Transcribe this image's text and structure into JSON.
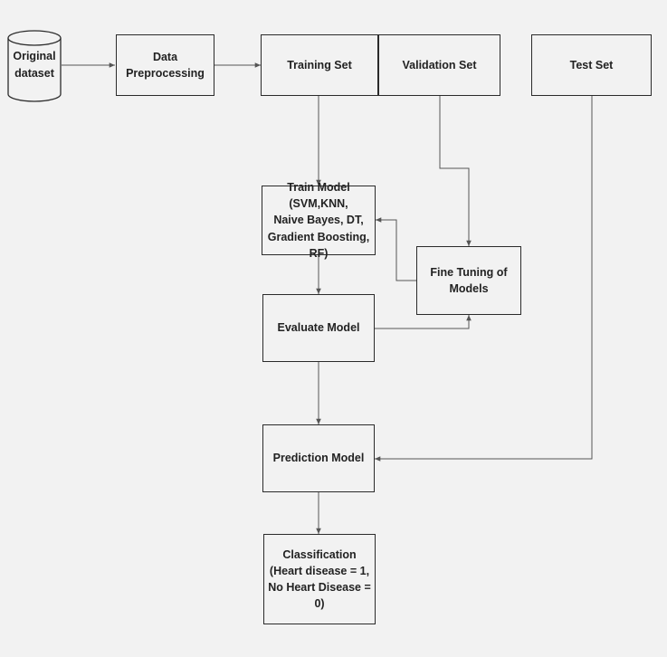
{
  "diagram": {
    "nodes": {
      "original": "Original\ndataset",
      "preprocess": "Data Preprocessing",
      "training": "Training Set",
      "validation": "Validation Set",
      "test": "Test Set",
      "train_model": "Train Model (SVM,KNN,\nNaive Bayes, DT,\nGradient Boosting, RF)",
      "fine_tuning": "Fine Tuning of Models",
      "evaluate": "Evaluate Model",
      "prediction": "Prediction Model",
      "classification": "Classification\n(Heart disease = 1,\nNo Heart Disease = 0)"
    },
    "edges": [
      {
        "from": "original",
        "to": "preprocess"
      },
      {
        "from": "preprocess",
        "to": "training"
      },
      {
        "from": "training",
        "to": "train_model"
      },
      {
        "from": "validation",
        "to": "fine_tuning"
      },
      {
        "from": "fine_tuning",
        "to": "train_model"
      },
      {
        "from": "train_model",
        "to": "evaluate"
      },
      {
        "from": "evaluate",
        "to": "fine_tuning"
      },
      {
        "from": "evaluate",
        "to": "prediction"
      },
      {
        "from": "test",
        "to": "prediction"
      },
      {
        "from": "prediction",
        "to": "classification"
      }
    ],
    "colors": {
      "stroke": "#2b2b2b",
      "arrow": "#555555",
      "background": "#f2f2f2"
    }
  }
}
